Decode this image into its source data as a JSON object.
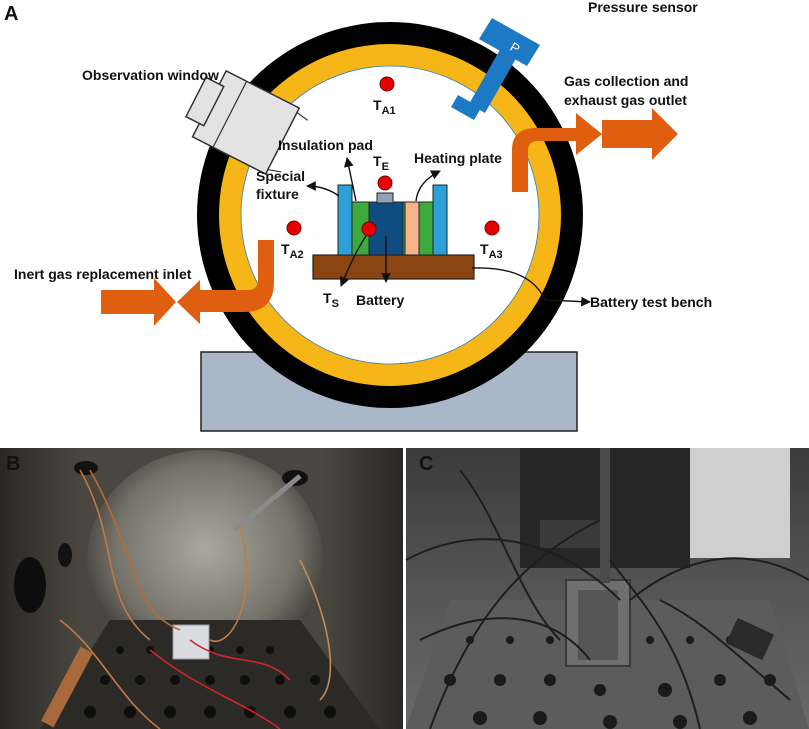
{
  "panels": {
    "a": {
      "letter": "A",
      "labels": {
        "pressure_sensor": "Pressure sensor",
        "sensor_glyph": "P",
        "observation_window": "Observation window",
        "gas_outlet_line1": "Gas collection and",
        "gas_outlet_line2": "exhaust gas outlet",
        "insulation_pad": "Insulation pad",
        "heating_plate": "Heating plate",
        "special_fixture_line1": "Special",
        "special_fixture_line2": "fixture",
        "inert_gas_inlet": "Inert gas replacement inlet",
        "battery": "Battery",
        "battery_test_bench": "Battery test bench"
      },
      "thermocouples": {
        "ta1": {
          "main": "T",
          "sub": "A1"
        },
        "ta2": {
          "main": "T",
          "sub": "A2"
        },
        "ta3": {
          "main": "T",
          "sub": "A3"
        },
        "te": {
          "main": "T",
          "sub": "E"
        },
        "ts": {
          "main": "T",
          "sub": "S"
        }
      },
      "colors": {
        "outer_ring": "#000000",
        "yellow_ring": "#F6B617",
        "arrows": "#E05E0F",
        "sensor": "#1E79C4",
        "bench": "#8B4513",
        "stand": "#A9B7C9",
        "thermocouple": "#E60000",
        "blue_plate": "#2EA0D8",
        "green_plate": "#3DAA3D",
        "battery_body": "#0F4C82",
        "salmon_plate": "#F5B48A",
        "window": "#E3E3E3"
      }
    },
    "b": {
      "letter": "B"
    },
    "c": {
      "letter": "C"
    }
  }
}
